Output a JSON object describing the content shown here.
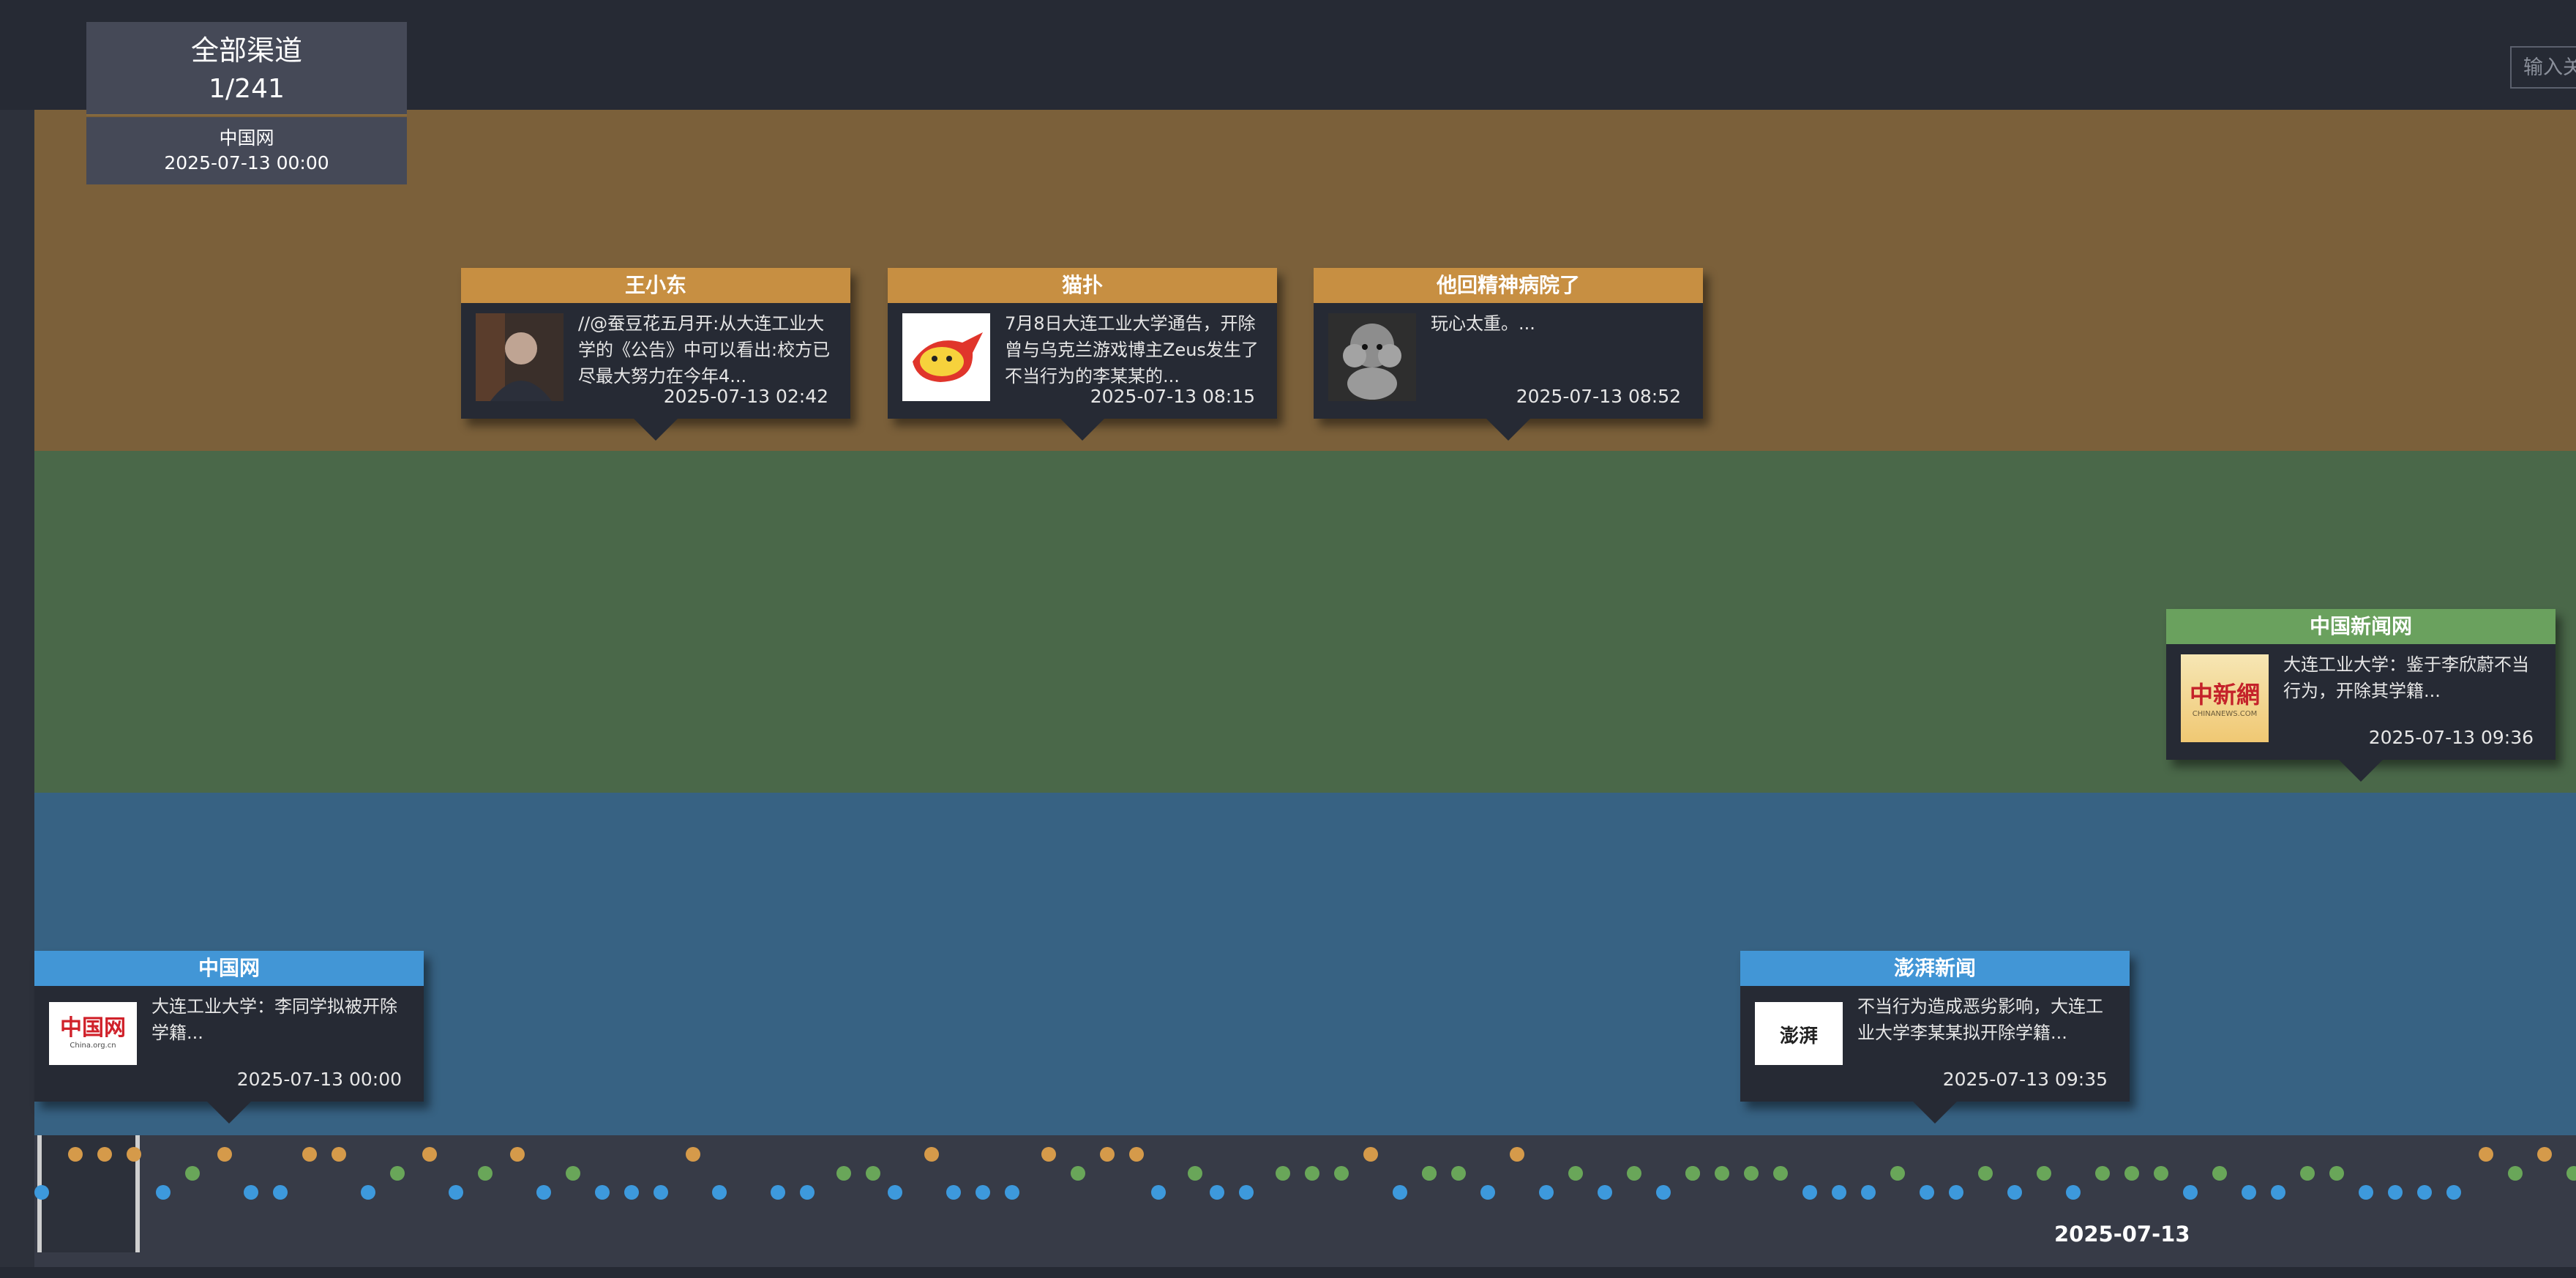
{
  "channel_selector": {
    "title": "全部渠道",
    "count": "1/241",
    "current_source": "中国网",
    "current_time": "2025-07-13 00:00"
  },
  "search": {
    "placeholder": "输入关键词"
  },
  "cards": [
    {
      "source": "王小东",
      "text": "//@蚕豆花五月开:从大连工业大学的《公告》中可以看出:校方已尽最大努力在今年4...",
      "time": "2025-07-13 02:42"
    },
    {
      "source": "猫扑",
      "text": "7月8日大连工业大学通告，开除曾与乌克兰游戏博主Zeus发生了不当行为的李某某的...",
      "time": "2025-07-13 08:15"
    },
    {
      "source": "他回精神病院了",
      "text": "玩心太重。...",
      "time": "2025-07-13 08:52"
    },
    {
      "source": "中国新闻网",
      "text": "大连工业大学：鉴于李欣蔚不当行为，开除其学籍...",
      "time": "2025-07-13 09:36",
      "logo": "中新網",
      "logo_sub": "CHINANEWS.COM"
    },
    {
      "source": "中国网",
      "text": "大连工业大学：李同学拟被开除学籍...",
      "time": "2025-07-13 00:00",
      "logo": "中国网",
      "logo_sub": "China.org.cn"
    },
    {
      "source": "澎湃新闻",
      "text": "不当行为造成恶劣影响，大连工业大学李某某拟开除学籍...",
      "time": "2025-07-13 09:35",
      "logo": "澎湃"
    }
  ],
  "timeline": {
    "date_label": "2025-07-13",
    "colors": {
      "media": "#d59a4a",
      "news": "#69a659",
      "gov": "#3d99dc"
    }
  }
}
